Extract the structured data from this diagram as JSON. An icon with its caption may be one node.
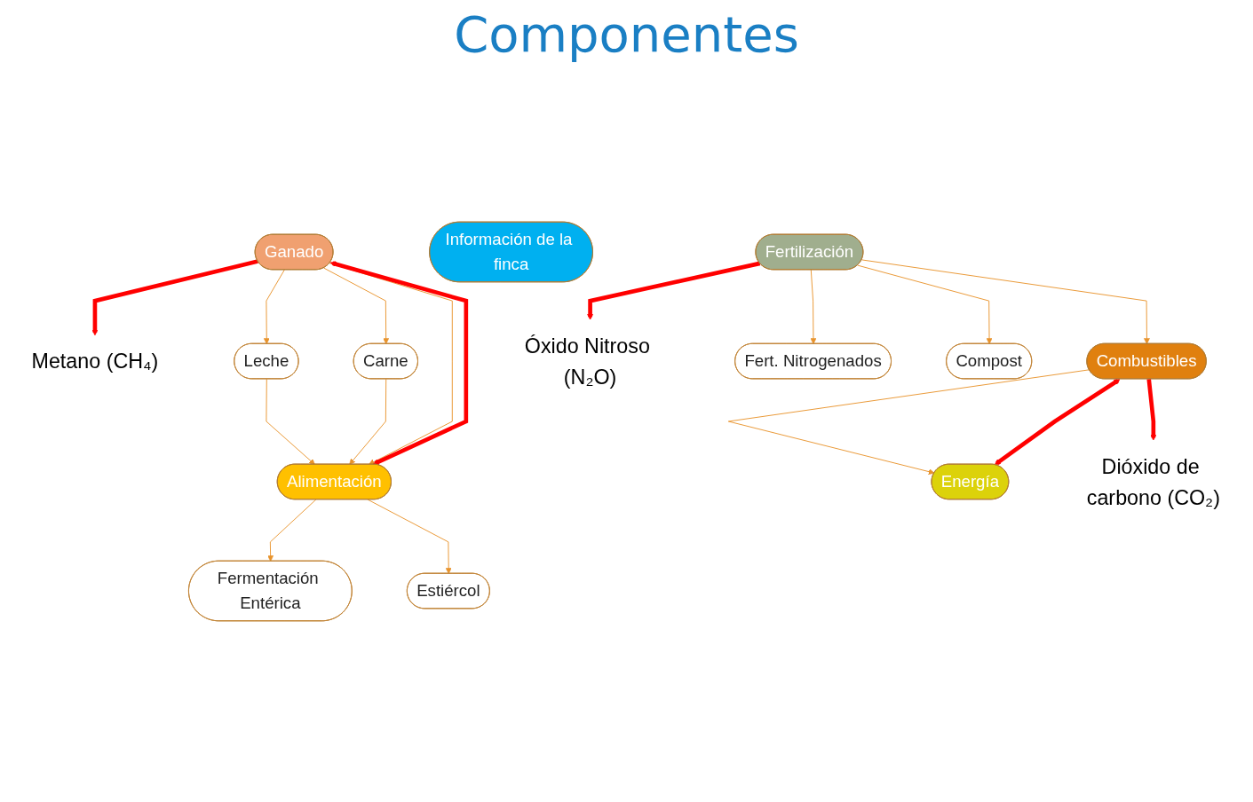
{
  "diagram": {
    "title": "Componentes",
    "nodes": [
      {
        "text": [
          "Metano (CH₄)"
        ]
      },
      {
        "text": [
          "Información de la finca"
        ]
      },
      {
        "text": [
          "Óxido Nitroso (N₂O)"
        ]
      },
      {
        "text": [
          "Ganado"
        ]
      },
      {
        "text": [
          "Fertilización"
        ]
      },
      {
        "text": [
          "Leche"
        ]
      },
      {
        "text": [
          "Carne"
        ]
      },
      {
        "text": [
          "Fert. Nitrogenados"
        ]
      },
      {
        "text": [
          "Compost"
        ]
      },
      {
        "text": [
          "Dióxido de carbono (CO₂)"
        ]
      },
      {
        "text": [
          "Alimentación"
        ]
      },
      {
        "text": [
          "Combustibles"
        ]
      },
      {
        "text": [
          "Fermentación Entérica"
        ]
      },
      {
        "text": [
          "Estiércol"
        ]
      },
      {
        "text": [
          "Energía"
        ]
      }
    ],
    "edges": [
      {
        "from": 3,
        "to": 0,
        "arrow": "to",
        "style": "thick",
        "color": "#ff0000"
      },
      {
        "from": 3,
        "to": 5,
        "arrow": "to"
      },
      {
        "from": 3,
        "to": 6,
        "arrow": "to"
      },
      {
        "from": 5,
        "to": 10,
        "arrow": "to"
      },
      {
        "from": 6,
        "to": 10,
        "arrow": "to"
      },
      {
        "from": 3,
        "to": 10,
        "arrow": "to"
      },
      {
        "from": 3,
        "to": 10,
        "arrow": "both",
        "style": "thick",
        "color": "#ff0000"
      },
      {
        "from": 10,
        "to": 12,
        "arrow": "to"
      },
      {
        "from": 10,
        "to": 13,
        "arrow": "to"
      },
      {
        "from": 4,
        "to": 2,
        "arrow": "to",
        "style": "thick",
        "color": "#ff0000"
      },
      {
        "from": 4,
        "to": 7,
        "arrow": "to"
      },
      {
        "from": 4,
        "to": 8,
        "arrow": "to"
      },
      {
        "from": 4,
        "to": 11,
        "arrow": "to"
      },
      {
        "from": 11,
        "to": 14,
        "arrow": "to"
      },
      {
        "from": 11,
        "to": 14,
        "arrow": "both",
        "style": "thick",
        "color": "#ff0000"
      },
      {
        "from": 11,
        "to": 9,
        "arrow": "to",
        "style": "thick",
        "color": "#ff0000"
      }
    ]
  }
}
